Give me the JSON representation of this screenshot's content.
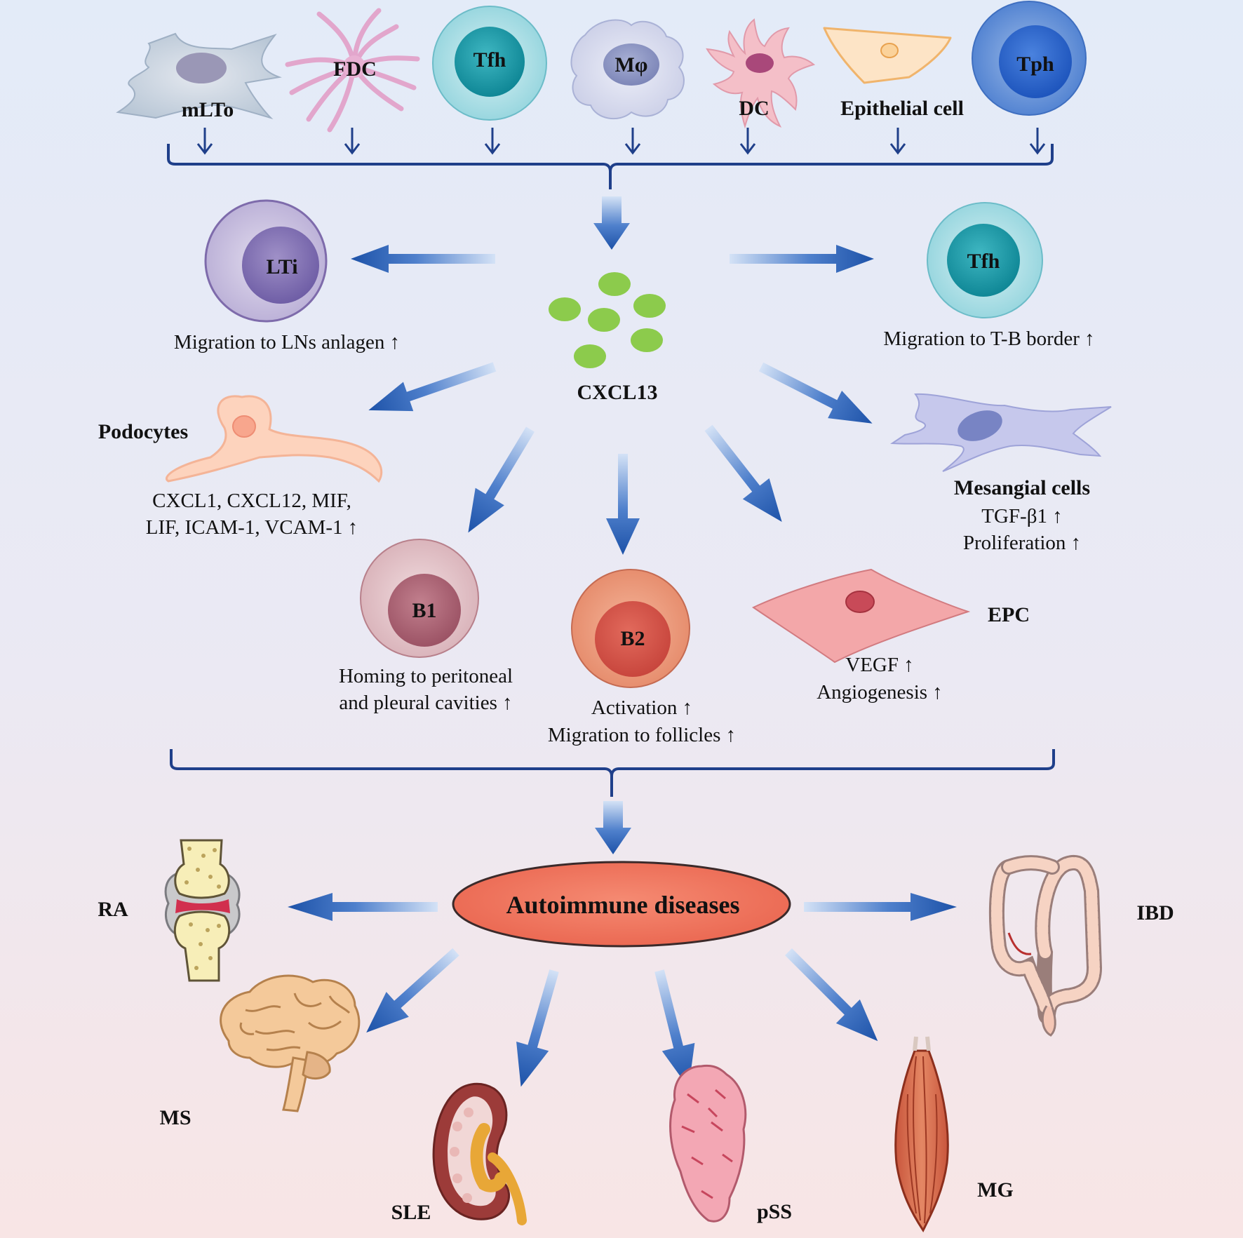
{
  "sources": {
    "mlto": "mLTo",
    "fdc": "FDC",
    "tfh": "Tfh",
    "mphi": "Mφ",
    "dc": "DC",
    "epithelial": "Epithelial cell",
    "tph": "Tph"
  },
  "center": {
    "label": "CXCL13"
  },
  "targets": {
    "lti": {
      "name": "LTi",
      "effect": "Migration to LNs anlagen ↑"
    },
    "tfh": {
      "name": "Tfh",
      "effect": "Migration to T-B border ↑"
    },
    "podocytes": {
      "name": "Podocytes",
      "effect_line1": "CXCL1, CXCL12, MIF,",
      "effect_line2": "LIF, ICAM-1, VCAM-1 ↑"
    },
    "mesangial": {
      "name": "Mesangial cells",
      "effect_line1": "TGF-β1 ↑",
      "effect_line2": "Proliferation ↑"
    },
    "b1": {
      "name": "B1",
      "effect_line1": "Homing to peritoneal",
      "effect_line2": "and pleural cavities ↑"
    },
    "b2": {
      "name": "B2",
      "effect_line1": "Activation ↑",
      "effect_line2": "Migration to follicles ↑"
    },
    "epc": {
      "name": "EPC",
      "effect_line1": "VEGF ↑",
      "effect_line2": "Angiogenesis ↑"
    }
  },
  "diseases": {
    "title": "Autoimmune diseases",
    "ra": "RA",
    "ibd": "IBD",
    "ms": "MS",
    "sle": "SLE",
    "pss": "pSS",
    "mg": "MG"
  },
  "colors": {
    "background_top": "#e3ebf8",
    "background_bottom": "#f8e6e6",
    "arrow_dark": "#1d52a8",
    "arrow_light": "#d4e2f6",
    "bracket": "#1f3f8a",
    "cxcl13_dot": "#8ccb4c",
    "disease_ellipse": "#ef7360"
  }
}
